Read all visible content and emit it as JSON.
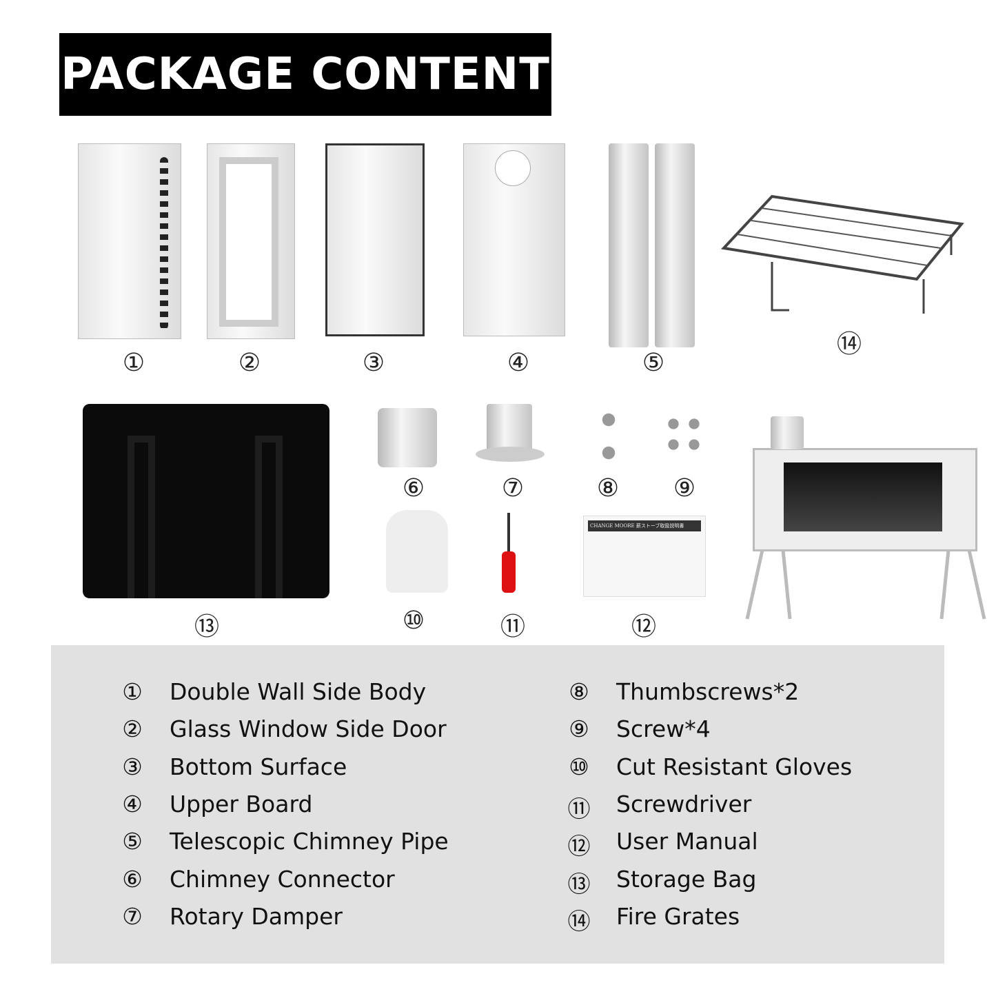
{
  "title": "PACKAGE CONTENT",
  "manual_header": "CHANGE MOORE 薪ストーブ取扱説明書",
  "labels": [
    "①",
    "②",
    "③",
    "④",
    "⑤",
    "⑥",
    "⑦",
    "⑧",
    "⑨",
    "⑩",
    "⑪",
    "⑫",
    "⑬",
    "⑭"
  ],
  "items": [
    {
      "num": "①",
      "name": "Double Wall Side Body"
    },
    {
      "num": "②",
      "name": "Glass Window Side Door"
    },
    {
      "num": "③",
      "name": "Bottom Surface"
    },
    {
      "num": "④",
      "name": "Upper Board"
    },
    {
      "num": "⑤",
      "name": "Telescopic Chimney Pipe"
    },
    {
      "num": "⑥",
      "name": "Chimney Connector"
    },
    {
      "num": "⑦",
      "name": "Rotary Damper"
    },
    {
      "num": "⑧",
      "name": "Thumbscrews*2"
    },
    {
      "num": "⑨",
      "name": "Screw*4"
    },
    {
      "num": "⑩",
      "name": "Cut Resistant Gloves"
    },
    {
      "num": "⑪",
      "name": "Screwdriver"
    },
    {
      "num": "⑫",
      "name": "User Manual"
    },
    {
      "num": "⑬",
      "name": "Storage Bag"
    },
    {
      "num": "⑭",
      "name": "Fire Grates"
    }
  ]
}
